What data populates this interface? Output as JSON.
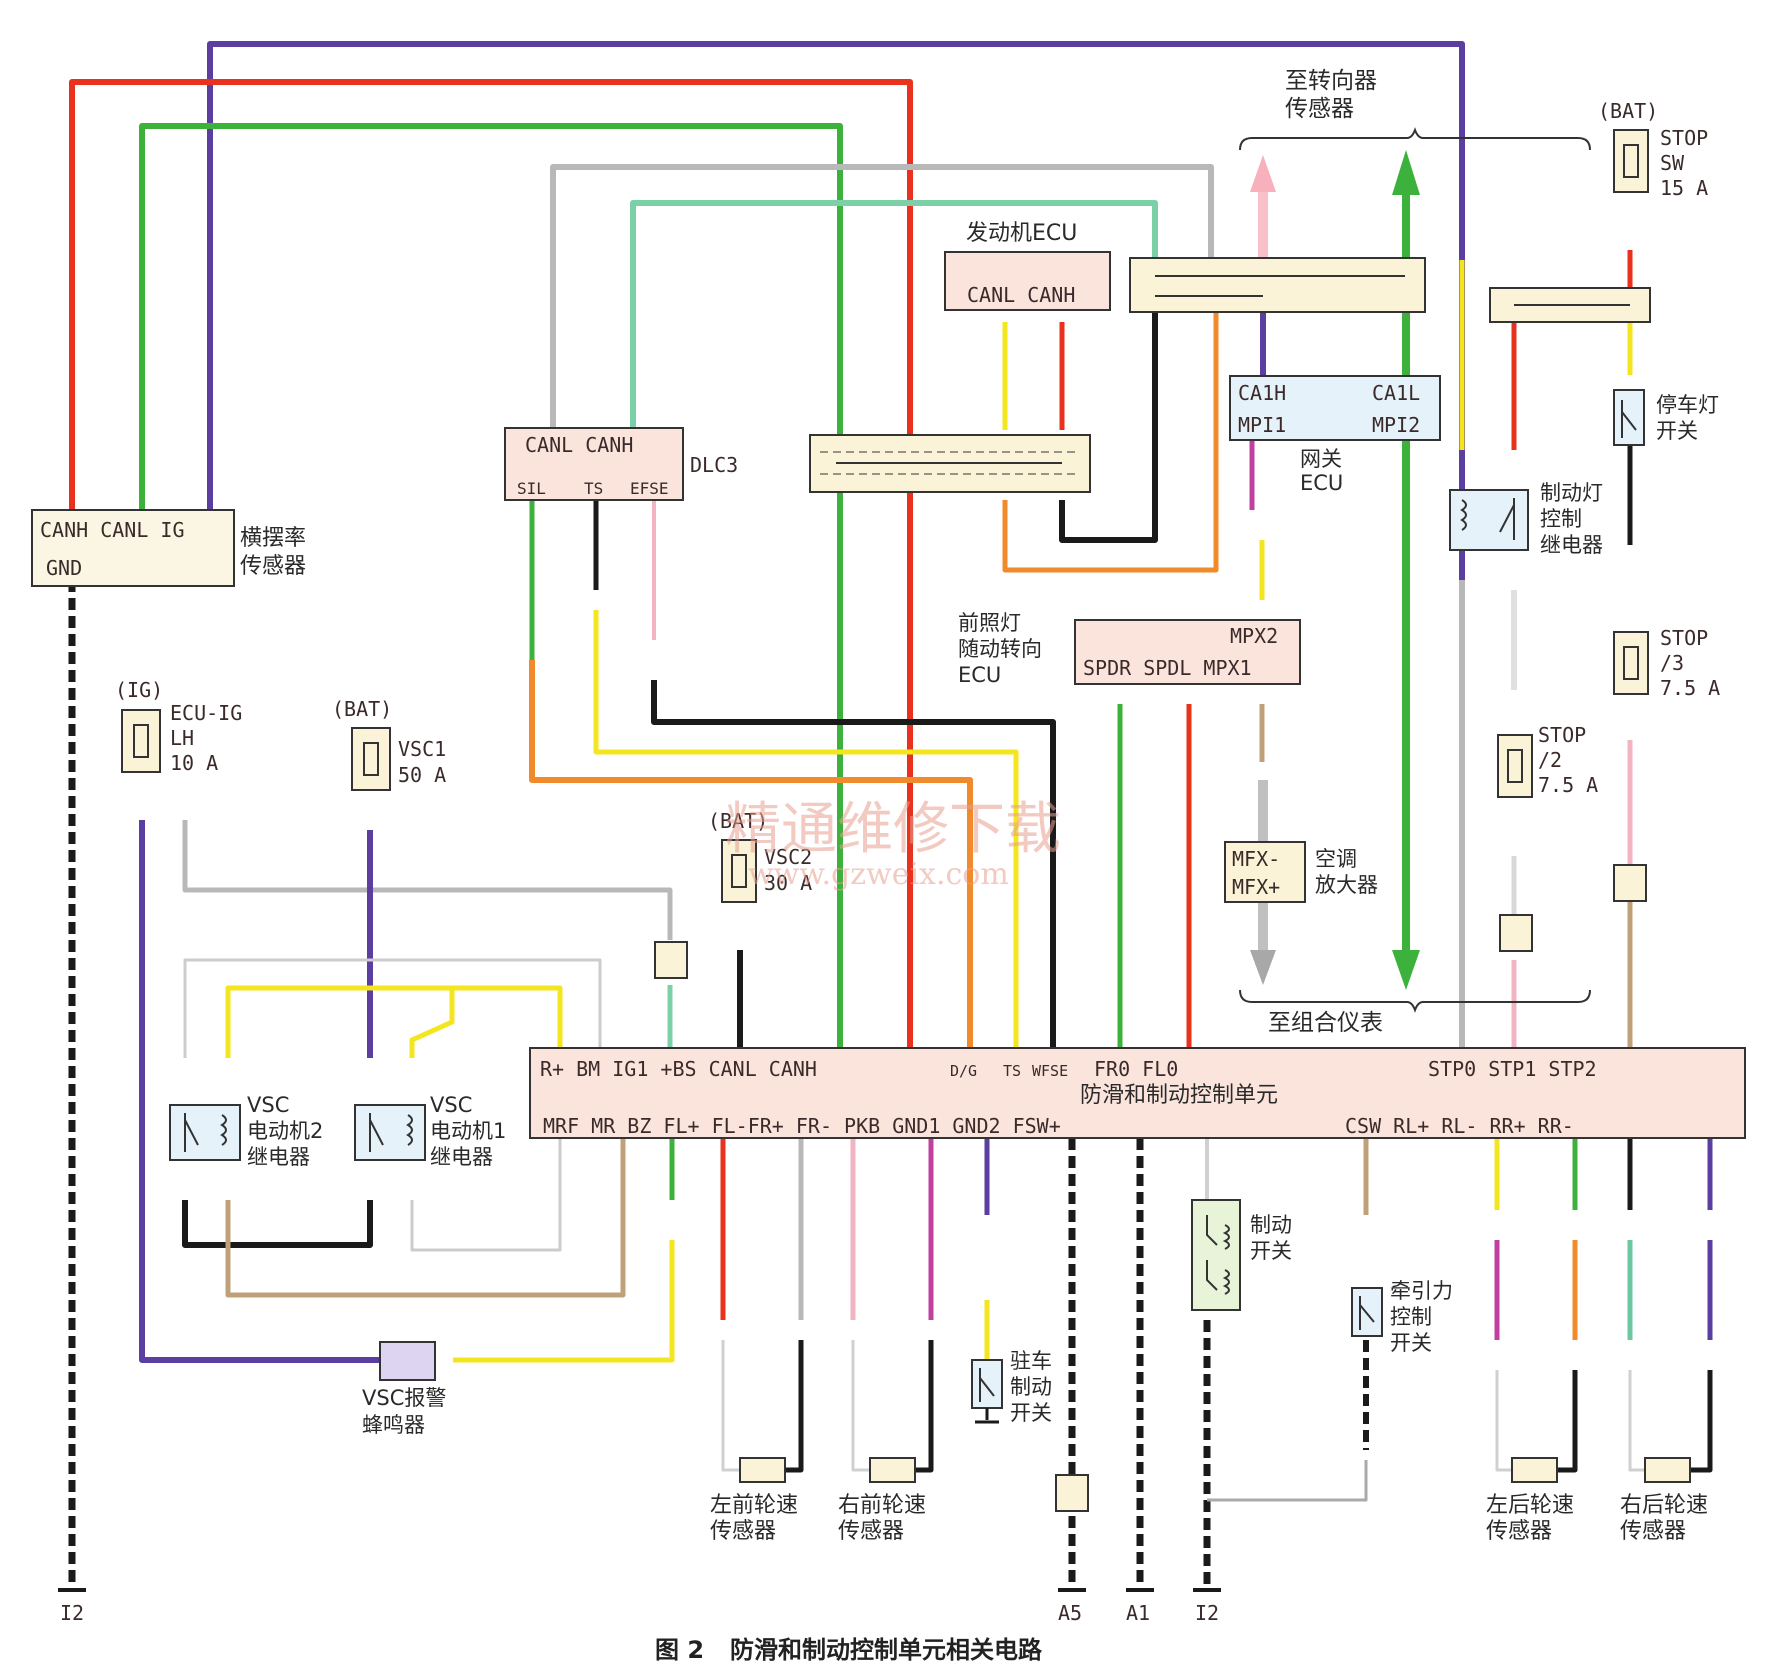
{
  "caption": {
    "fig": "图 2",
    "title": "防滑和制动控制单元相关电路"
  },
  "watermark": {
    "cn": "精通维修下载",
    "url": "www.gzweix.com"
  },
  "colors": {
    "red": "#e8321e",
    "green": "#3cb23c",
    "purple": "#5a3fa0",
    "yellow": "#f4e61e",
    "orange": "#f08a2a",
    "black": "#1a1a1a",
    "gray": "#b0b0b0",
    "pink": "#f2b4c0",
    "tan": "#c0a078",
    "teal": "#6cc8a0",
    "magenta": "#c040a0",
    "box": "#fbe4dc",
    "paleblue": "#e6f2fa"
  },
  "labels": {
    "steering_top": "至转向器",
    "steering_bottom": "传感器",
    "cluster": "至组合仪表",
    "yaw_name1": "横摆率",
    "yaw_name2": "传感器",
    "yaw_pins_top": "CANH CANL  IG",
    "yaw_gnd": "GND",
    "engine_ecu": "发动机ECU",
    "engine_pins": "CANL CANH",
    "dlc3": "DLC3",
    "dlc3_top": "CANL  CANH",
    "dlc3_sil": "SIL",
    "dlc3_ts": "TS",
    "dlc3_efse": "EFSE",
    "gw_ca1h": "CA1H",
    "gw_ca1l": "CA1L",
    "gw_mpi1": "MPI1",
    "gw_mpi2": "MPI2",
    "gw_name1": "网关",
    "gw_name2": "ECU",
    "hl_name1": "前照灯",
    "hl_name2": "随动转向",
    "hl_name3": "ECU",
    "hl_mpx2": "MPX2",
    "hl_pins": "SPDR SPDL MPX1",
    "ac_pins1": "MFX-",
    "ac_pins2": "MFX+",
    "ac_name1": "空调",
    "ac_name2": "放大器",
    "bat": "(BAT)",
    "ig": "(IG)",
    "stop_sw": "STOP",
    "stop_sw2": "SW",
    "stop_sw3": "15 A",
    "stop_lamp_sw1": "停车灯",
    "stop_lamp_sw2": "开关",
    "brake_relay1": "制动灯",
    "brake_relay2": "控制",
    "brake_relay3": "继电器",
    "stop3_1": "STOP",
    "stop3_2": "/3",
    "stop3_3": "7.5 A",
    "stop2_1": "STOP",
    "stop2_2": "/2",
    "stop2_3": "7.5 A",
    "ecuig_1": "ECU-IG",
    "ecuig_2": "LH",
    "ecuig_3": "10 A",
    "vsc1_1": "VSC1",
    "vsc1_2": "50 A",
    "vsc2_1": "VSC2",
    "vsc2_2": "30 A",
    "vsc2_bat": "(BAT)",
    "relay2_1": "VSC",
    "relay2_2": "电动机2",
    "relay2_3": "继电器",
    "relay1_1": "VSC",
    "relay1_2": "电动机1",
    "relay1_3": "继电器",
    "buzzer1": "VSC报警",
    "buzzer2": "蜂鸣器",
    "main_name": "防滑和制动控制单元",
    "main_top": "R+  BM   IG1  +BS   CANL  CANH",
    "main_top2": "FR0  FL0",
    "main_top3": "STP0 STP1      STP2",
    "main_dg": "D/G",
    "main_ts": "TS",
    "main_wfse": "WFSE",
    "main_bottom": "MRF  MR   BZ  FL+   FL-FR+  FR-   PKB   GND1 GND2 FSW+",
    "main_bottom2": "CSW        RL+   RL-   RR+  RR-",
    "brake_sw1": "制动",
    "brake_sw2": "开关",
    "traction1": "牵引力",
    "traction2": "控制",
    "traction3": "开关",
    "park1": "驻车",
    "park2": "制动",
    "park3": "开关",
    "lf1": "左前轮速",
    "lf2": "传感器",
    "rf1": "右前轮速",
    "rf2": "传感器",
    "lr1": "左后轮速",
    "lr2": "传感器",
    "rr1": "右后轮速",
    "rr2": "传感器",
    "g_i2_left": "I2",
    "g_a5": "A5",
    "g_a1": "A1",
    "g_i2": "I2"
  }
}
